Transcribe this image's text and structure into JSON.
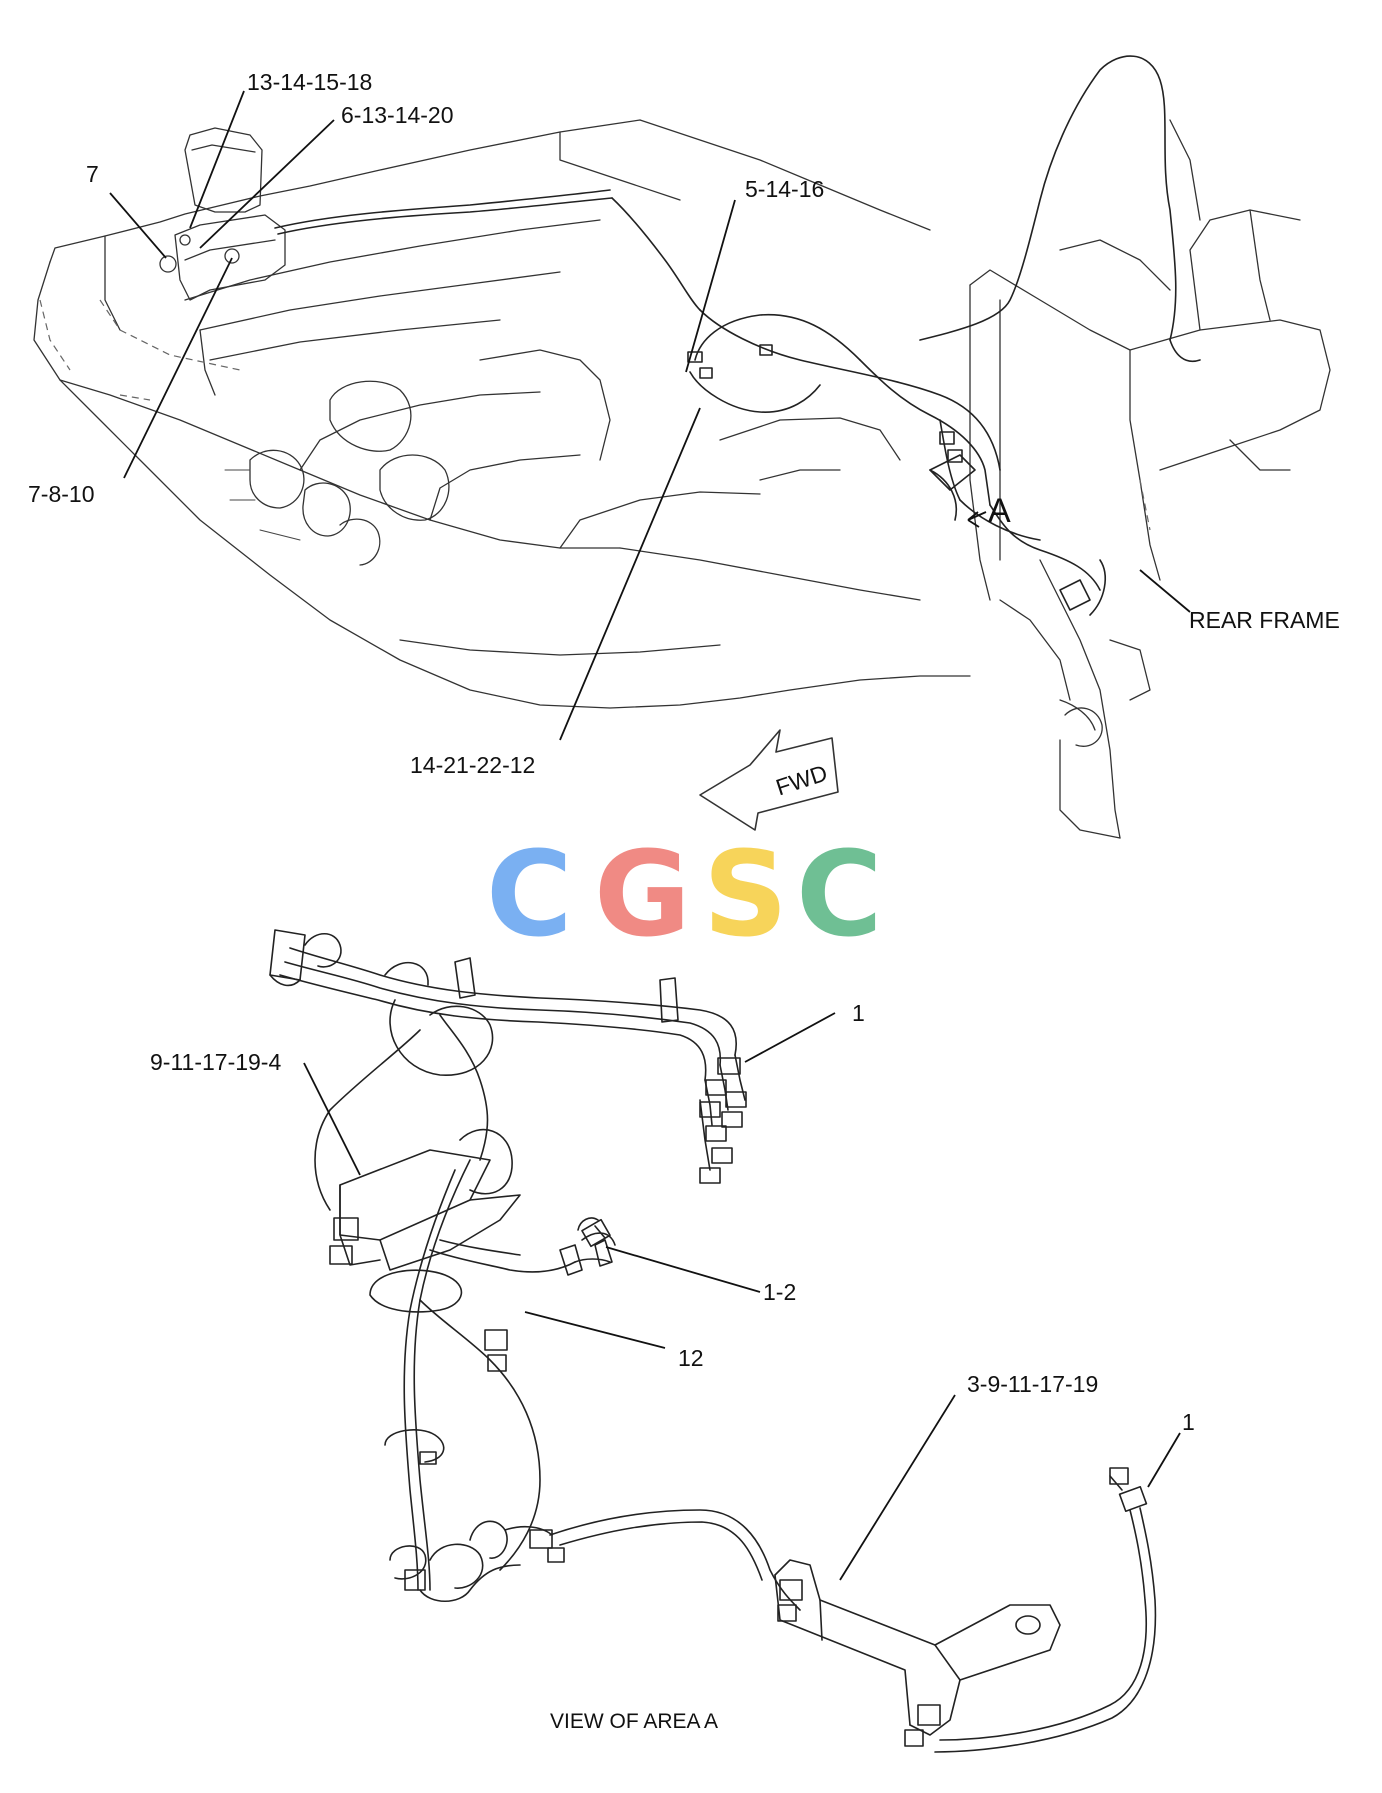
{
  "callouts": {
    "c_13_14_15_18": "13-14-15-18",
    "c_6_13_14_20": "6-13-14-20",
    "c_7": "7",
    "c_7_8_10": "7-8-10",
    "c_5_14_16": "5-14-16",
    "c_rear_frame": "REAR FRAME",
    "c_area_a": "A",
    "c_14_21_22_12": "14-21-22-12",
    "c_fwd": "FWD",
    "c_1_top": "1",
    "c_9_11_17_19_4": "9-11-17-19-4",
    "c_1_2": "1-2",
    "c_12": "12",
    "c_3_9_11_17_19": "3-9-11-17-19",
    "c_1_bottom": "1"
  },
  "caption": "VIEW OF AREA A",
  "watermark": {
    "letters": [
      "C",
      "G",
      "S",
      "C"
    ],
    "colors": [
      "#7ab0f2",
      "#f08a84",
      "#f7d45a",
      "#6fbf94"
    ]
  }
}
